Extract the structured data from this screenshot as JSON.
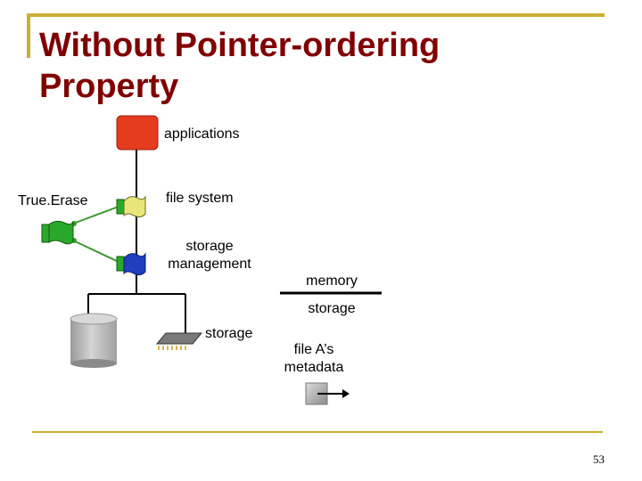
{
  "title": "Without Pointer-ordering Property",
  "labels": {
    "applications": "applications",
    "true_erase": "True.Erase",
    "file_system": "file system",
    "storage_management": "storage management",
    "memory": "memory",
    "storage_right": "storage",
    "storage": "storage",
    "file_metadata": "file A’s metadata"
  },
  "page_number": "53",
  "colors": {
    "frame": "#c8b032",
    "title": "#800000",
    "app_block": "#e53b1e",
    "connector": "#3a9a2e",
    "flag_green": "#2aa82a",
    "flag_yellow": "#e6e67a",
    "flag_blue": "#1f3fbf",
    "disk": "#b8b8b8"
  }
}
